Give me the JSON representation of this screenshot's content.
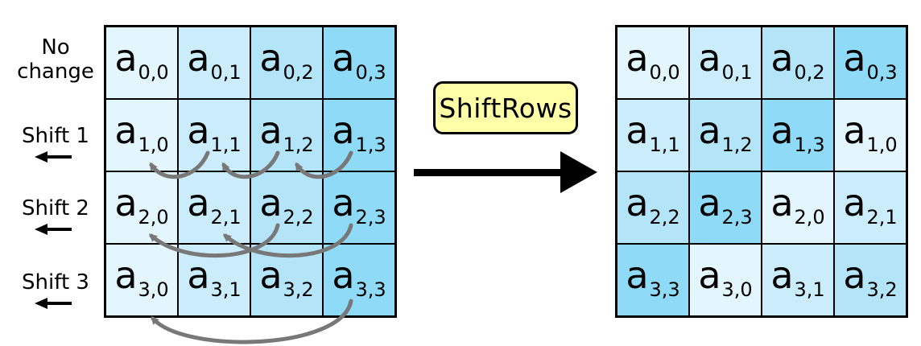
{
  "operation_label": "ShiftRows",
  "row_labels": [
    "No\nchange",
    "Shift 1",
    "Shift 2",
    "Shift 3"
  ],
  "colors": {
    "c0": "#e3f5fd",
    "c1": "#cbedfb",
    "c2": "#b3e4f8",
    "c3": "#8fdaf6",
    "shift_arrows": "#787878",
    "main_arrow": "#000000",
    "op_fill": "#ffffa8"
  },
  "input_state": [
    [
      {
        "text": "a",
        "sub": "0,0",
        "shade": "c0"
      },
      {
        "text": "a",
        "sub": "0,1",
        "shade": "c1"
      },
      {
        "text": "a",
        "sub": "0,2",
        "shade": "c2"
      },
      {
        "text": "a",
        "sub": "0,3",
        "shade": "c3"
      }
    ],
    [
      {
        "text": "a",
        "sub": "1,0",
        "shade": "c0"
      },
      {
        "text": "a",
        "sub": "1,1",
        "shade": "c1"
      },
      {
        "text": "a",
        "sub": "1,2",
        "shade": "c2"
      },
      {
        "text": "a",
        "sub": "1,3",
        "shade": "c3"
      }
    ],
    [
      {
        "text": "a",
        "sub": "2,0",
        "shade": "c0"
      },
      {
        "text": "a",
        "sub": "2,1",
        "shade": "c1"
      },
      {
        "text": "a",
        "sub": "2,2",
        "shade": "c2"
      },
      {
        "text": "a",
        "sub": "2,3",
        "shade": "c3"
      }
    ],
    [
      {
        "text": "a",
        "sub": "3,0",
        "shade": "c0"
      },
      {
        "text": "a",
        "sub": "3,1",
        "shade": "c1"
      },
      {
        "text": "a",
        "sub": "3,2",
        "shade": "c2"
      },
      {
        "text": "a",
        "sub": "3,3",
        "shade": "c3"
      }
    ]
  ],
  "output_state": [
    [
      {
        "text": "a",
        "sub": "0,0",
        "shade": "c0"
      },
      {
        "text": "a",
        "sub": "0,1",
        "shade": "c1"
      },
      {
        "text": "a",
        "sub": "0,2",
        "shade": "c2"
      },
      {
        "text": "a",
        "sub": "0,3",
        "shade": "c3"
      }
    ],
    [
      {
        "text": "a",
        "sub": "1,1",
        "shade": "c1"
      },
      {
        "text": "a",
        "sub": "1,2",
        "shade": "c2"
      },
      {
        "text": "a",
        "sub": "1,3",
        "shade": "c3"
      },
      {
        "text": "a",
        "sub": "1,0",
        "shade": "c0"
      }
    ],
    [
      {
        "text": "a",
        "sub": "2,2",
        "shade": "c2"
      },
      {
        "text": "a",
        "sub": "2,3",
        "shade": "c3"
      },
      {
        "text": "a",
        "sub": "2,0",
        "shade": "c0"
      },
      {
        "text": "a",
        "sub": "2,1",
        "shade": "c1"
      }
    ],
    [
      {
        "text": "a",
        "sub": "3,3",
        "shade": "c3"
      },
      {
        "text": "a",
        "sub": "3,0",
        "shade": "c0"
      },
      {
        "text": "a",
        "sub": "3,1",
        "shade": "c1"
      },
      {
        "text": "a",
        "sub": "3,2",
        "shade": "c2"
      }
    ]
  ]
}
